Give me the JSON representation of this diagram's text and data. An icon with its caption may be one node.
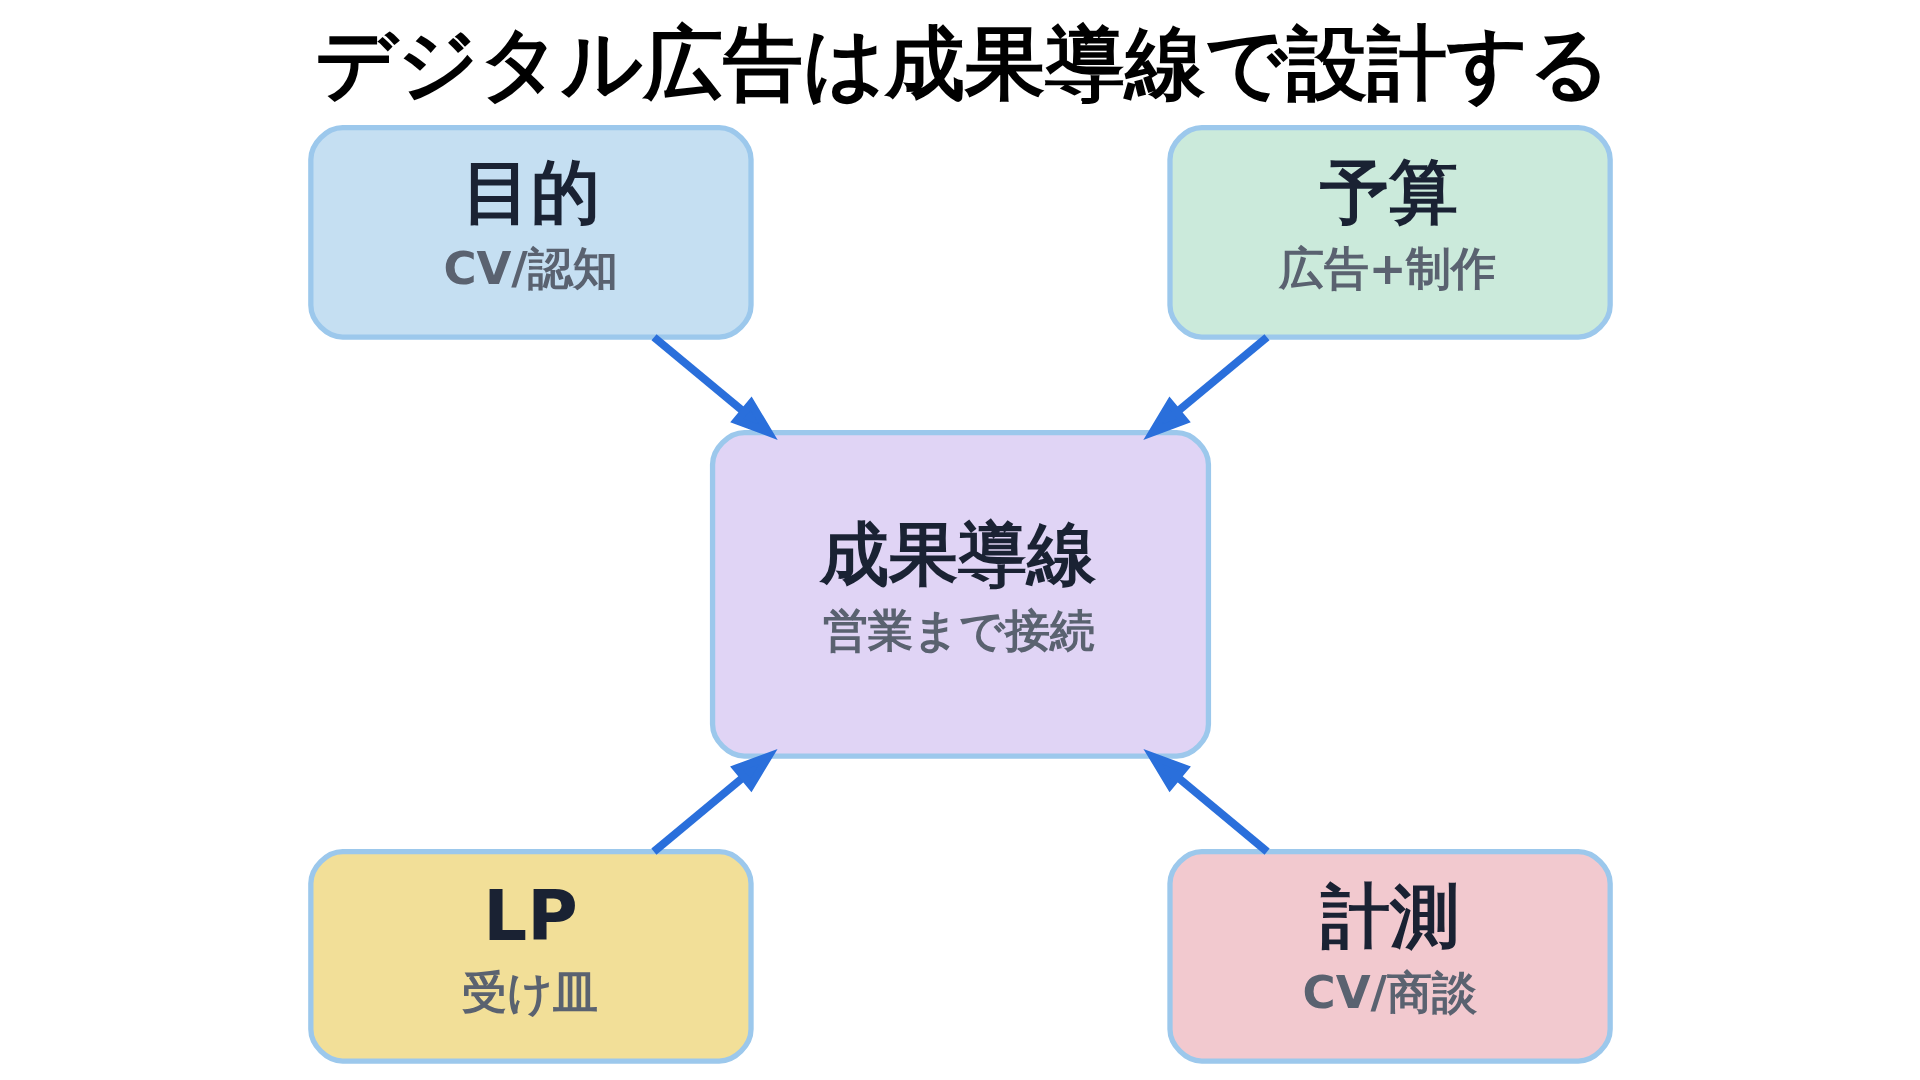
{
  "diagram": {
    "title": "デジタル広告は成果導線で設計する",
    "nodes": [
      {
        "text": [
          "目的",
          "CV/認知"
        ]
      },
      {
        "text": [
          "予算",
          "広告+制作"
        ]
      },
      {
        "text": [
          "成果導線",
          "営業まで接続"
        ]
      },
      {
        "text": [
          "LP",
          "受け皿"
        ]
      },
      {
        "text": [
          "計測",
          "CV/商談"
        ]
      }
    ],
    "edges": [
      {
        "from": 0,
        "to": 2,
        "arrow": "to"
      },
      {
        "from": 1,
        "to": 2,
        "arrow": "to"
      },
      {
        "from": 3,
        "to": 2,
        "arrow": "to"
      },
      {
        "from": 4,
        "to": 2,
        "arrow": "to"
      }
    ]
  }
}
